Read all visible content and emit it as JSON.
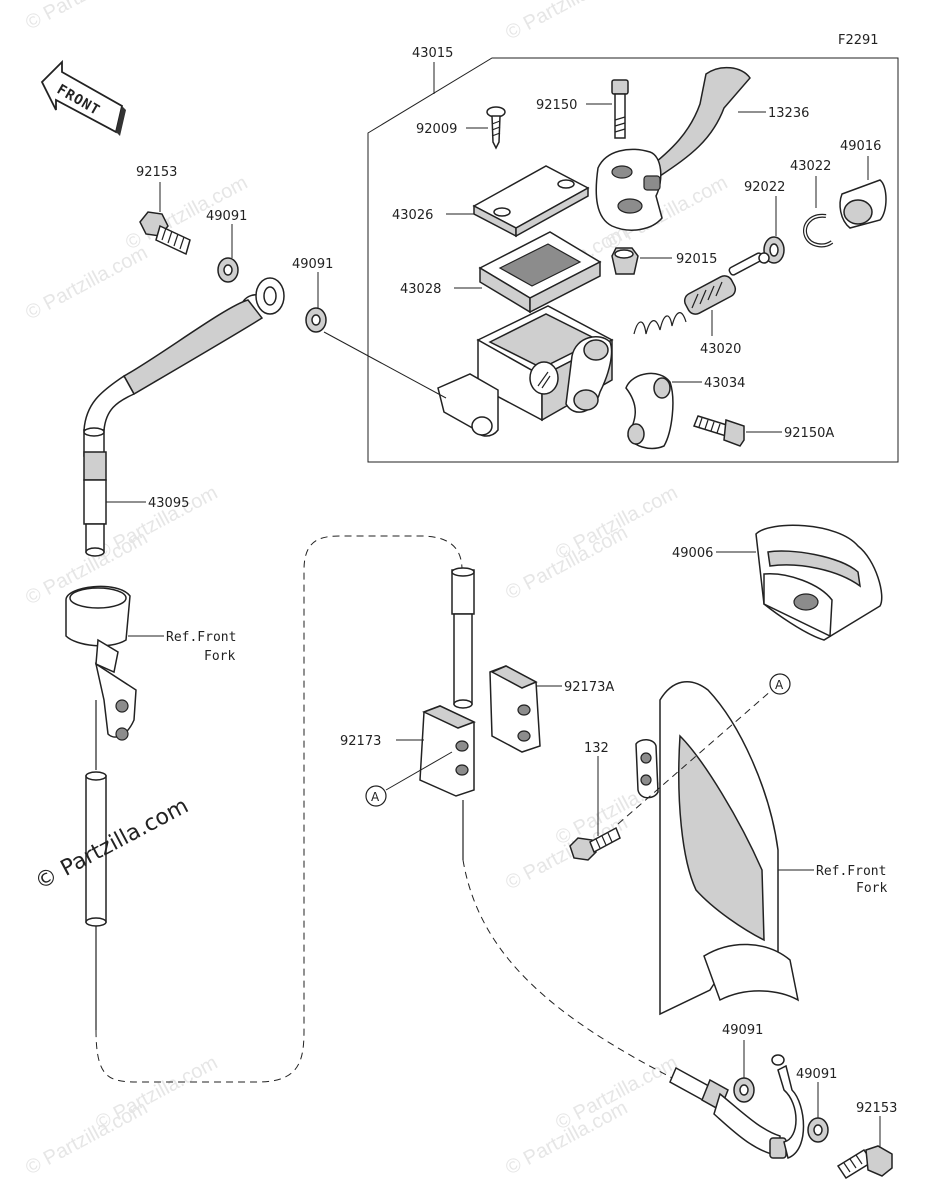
{
  "figure_code": "F2291",
  "front_label": "FRONT",
  "copyright": "© Partzilla.com",
  "watermark": "© Partzilla.com",
  "callout_marker": "A",
  "labels": {
    "p43015": "43015",
    "p92150": "92150",
    "p13236": "13236",
    "p92009": "92009",
    "p49016": "49016",
    "p43022": "43022",
    "p92022": "92022",
    "p43026": "43026",
    "p92015": "92015",
    "p43028": "43028",
    "p43020": "43020",
    "p43034": "43034",
    "p92150A": "92150A",
    "p92153_top": "92153",
    "p49091_left": "49091",
    "p49091_mid": "49091",
    "p43095": "43095",
    "ref_front_fork_1a": "Ref.Front",
    "ref_front_fork_1b": "Fork",
    "p49006": "49006",
    "p92173A": "92173A",
    "p92173": "92173",
    "p132": "132",
    "ref_front_fork_2a": "Ref.Front",
    "ref_front_fork_2b": "Fork",
    "p49091_b1": "49091",
    "p49091_b2": "49091",
    "p92153_bottom": "92153"
  }
}
